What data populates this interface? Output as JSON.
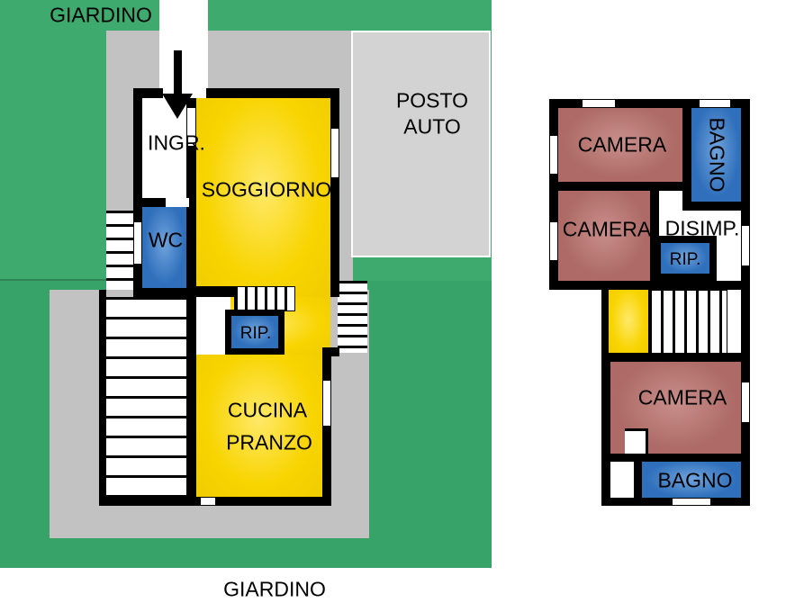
{
  "colors": {
    "green": "#3faa6e",
    "green2": "#37a368",
    "gray": "#c2c2c2",
    "gray_light": "#d3d3d3",
    "yellow": "#f8d400",
    "blue": "#2f6fbb",
    "maroon": "#ad6a66",
    "wall": "#000000"
  },
  "ground": {
    "giardino_top": "GIARDINO",
    "giardino_bottom": "GIARDINO",
    "posto_auto": "POSTO AUTO",
    "ingresso": "INGR.",
    "soggiorno": "SOGGIORNO",
    "wc": "WC",
    "ripostiglio": "RIP.",
    "cucina": "CUCINA",
    "pranzo": "PRANZO"
  },
  "first": {
    "camera_1": "CAMERA",
    "bagno_1": "BAGNO",
    "camera_2": "CAMERA",
    "disimpegno": "DISIMP.",
    "ripostiglio": "RIP.",
    "camera_3": "CAMERA",
    "bagno_2": "BAGNO"
  }
}
